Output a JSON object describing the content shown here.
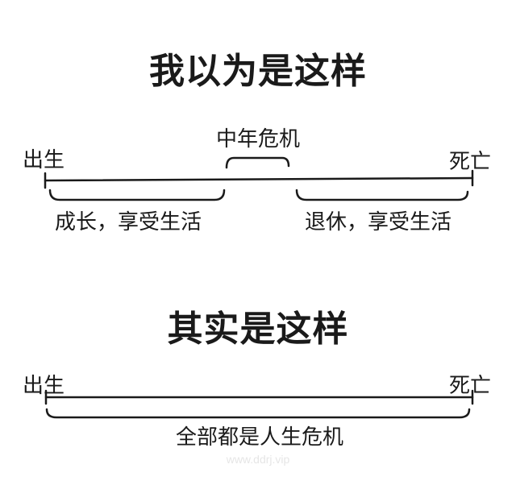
{
  "top": {
    "title": "我以为是这样",
    "start_label": "出生",
    "end_label": "死亡",
    "middle_label": "中年危机",
    "left_brace_label": "成长，享受生活",
    "right_brace_label": "退休，享受生活"
  },
  "bottom": {
    "title": "其实是这样",
    "start_label": "出生",
    "end_label": "死亡",
    "brace_label": "全部都是人生危机"
  },
  "watermark": "www.ddrj.vip"
}
